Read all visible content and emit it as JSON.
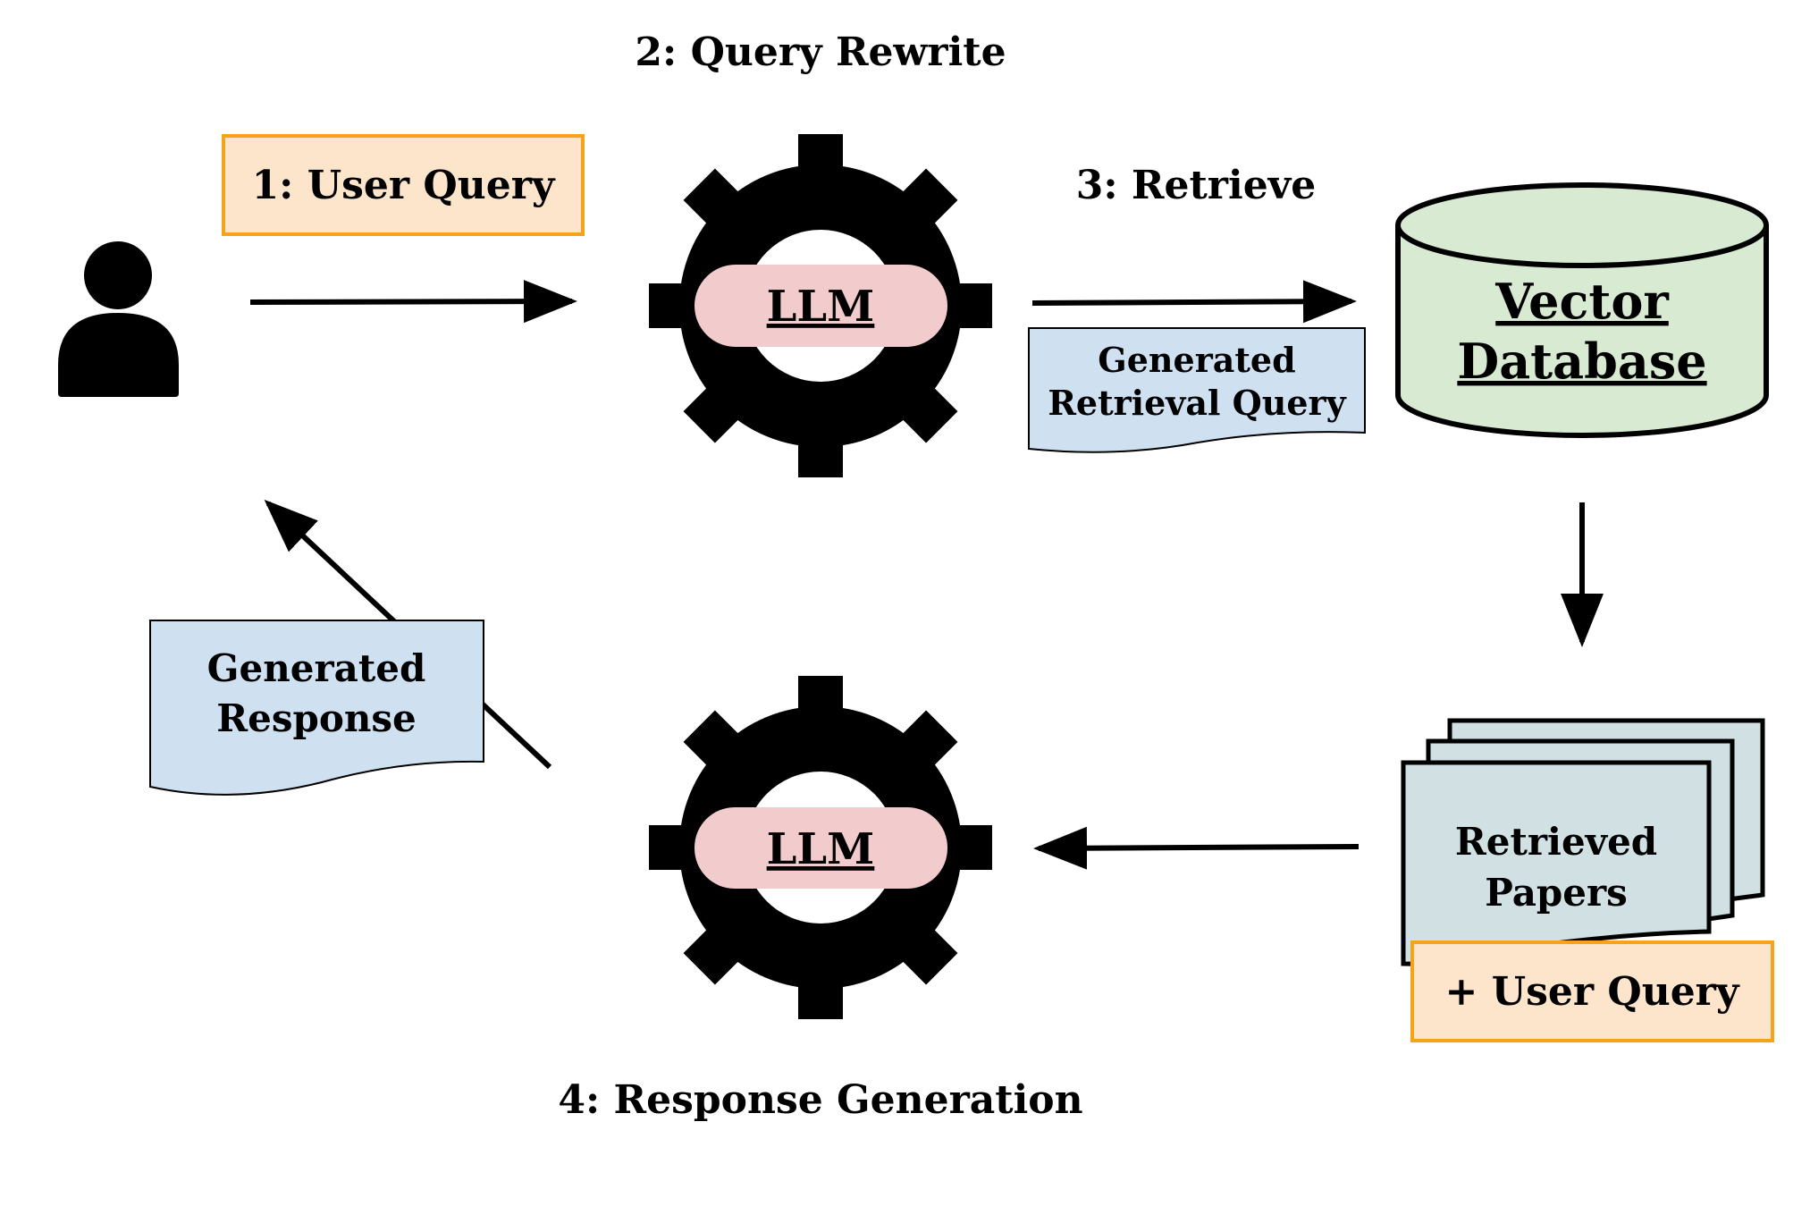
{
  "steps": {
    "user_query": "1: User Query",
    "query_rewrite": "2: Query Rewrite",
    "retrieve": "3: Retrieve",
    "response_generation": "4: Response Generation"
  },
  "llm_label": "LLM",
  "vector_db": {
    "line1": "Vector",
    "line2": "Database"
  },
  "generated_query": {
    "line1": "Generated",
    "line2": "Retrieval Query"
  },
  "retrieved_papers": {
    "line1": "Retrieved",
    "line2": "Papers"
  },
  "plus_user_query": "+ User Query",
  "generated_response": {
    "line1": "Generated",
    "line2": "Response"
  },
  "colors": {
    "orange_fill": "#fde5cc",
    "orange_stroke": "#f5a31a",
    "blue_fill": "#cfe0f1",
    "pink_fill": "#f2cccc",
    "green_fill": "#d9ead3",
    "papers_fill": "#d0e0e3"
  }
}
